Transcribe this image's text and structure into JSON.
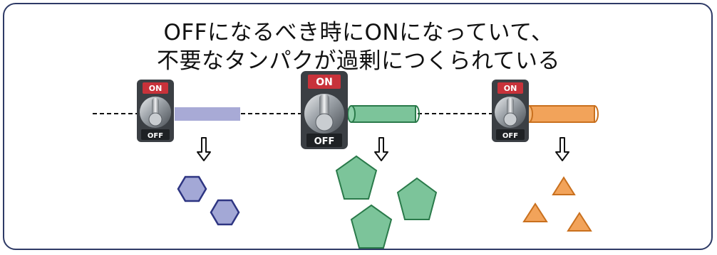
{
  "title": {
    "line1": "OFFになるべき時にONになっていて、",
    "line2": "不要なタンパクが過剰につくられている"
  },
  "switch_labels": {
    "on": "ON",
    "off": "OFF"
  },
  "colors": {
    "border": "#2e3a66",
    "hexagon_fill": "#a3a8d6",
    "hexagon_stroke": "#2e3582",
    "pentagon_fill": "#7cc49a",
    "pentagon_stroke": "#2a7a4a",
    "triangle_fill": "#f2a35a",
    "triangle_stroke": "#c9701e",
    "tube_purple": "#a8aad6",
    "tube_green": "#7cc49a",
    "tube_orange": "#f2a35a"
  },
  "icons": [
    "toggle-switch-icon",
    "down-arrow-icon",
    "hexagon-icon",
    "pentagon-icon",
    "triangle-icon"
  ]
}
